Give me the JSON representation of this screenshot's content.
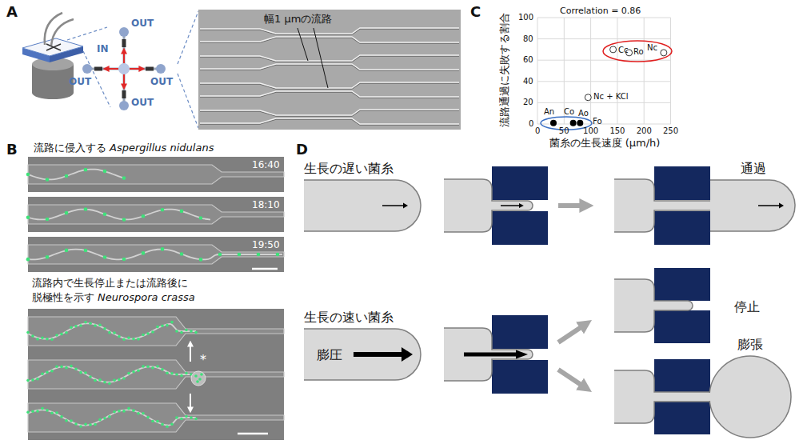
{
  "diagram": {
    "nodes": [
      {
        "text": [
          "Cc",
          "Ro",
          "Nc"
        ]
      },
      {
        "text": [
          "生長の遅い菌糸"
        ]
      },
      {
        "text": [
          "通過"
        ]
      },
      {
        "text": [
          "生長の速い菌糸",
          "膨圧"
        ]
      },
      {
        "text": [
          "膨張"
        ]
      }
    ],
    "labels": [
      "A",
      "IN",
      "OUT",
      "OUT",
      "OUT",
      "OUT",
      "幅1 μmの流路",
      "B",
      "流路に侵入する",
      "Aspergillus nidulans",
      "16:40",
      "18:10",
      "19:50",
      "流路内で生長停止または流路後に 脱極性を示す",
      "Neurospora crassa",
      "*",
      "C",
      "Correlation = 0.86",
      "流路通過に失敗する割合",
      "菌糸の生長速度 (μm/h)",
      "0",
      "20",
      "40",
      "60",
      "80",
      "100",
      "0",
      "50",
      "100",
      "150",
      "200",
      "250",
      "Nc + KCl",
      "An",
      "Co",
      "Ao",
      "Fo",
      "D",
      "停止"
    ]
  }
}
